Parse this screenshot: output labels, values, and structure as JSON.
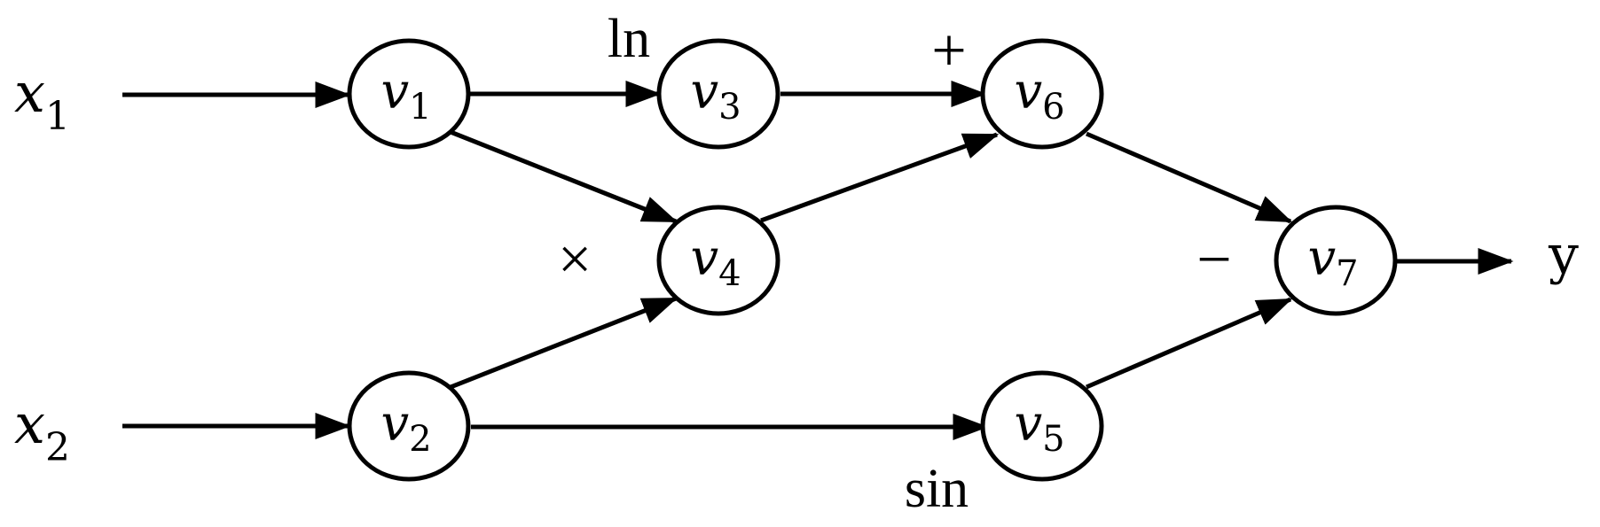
{
  "diagram": {
    "inputs": {
      "x1": {
        "base": "x",
        "sub": "1"
      },
      "x2": {
        "base": "x",
        "sub": "2"
      }
    },
    "output": {
      "label": "y"
    },
    "nodes": {
      "v1": {
        "base": "v",
        "sub": "1"
      },
      "v2": {
        "base": "v",
        "sub": "2"
      },
      "v3": {
        "base": "v",
        "sub": "3"
      },
      "v4": {
        "base": "v",
        "sub": "4"
      },
      "v5": {
        "base": "v",
        "sub": "5"
      },
      "v6": {
        "base": "v",
        "sub": "6"
      },
      "v7": {
        "base": "v",
        "sub": "7"
      }
    },
    "operations": {
      "ln": "ln",
      "plus": "+",
      "times": "×",
      "minus": "−",
      "sin": "sin"
    },
    "edges": [
      {
        "from": "x1",
        "to": "v1"
      },
      {
        "from": "x2",
        "to": "v2"
      },
      {
        "from": "v1",
        "to": "v3"
      },
      {
        "from": "v1",
        "to": "v4"
      },
      {
        "from": "v2",
        "to": "v4"
      },
      {
        "from": "v2",
        "to": "v5"
      },
      {
        "from": "v3",
        "to": "v6"
      },
      {
        "from": "v4",
        "to": "v6"
      },
      {
        "from": "v6",
        "to": "v7"
      },
      {
        "from": "v5",
        "to": "v7"
      },
      {
        "from": "v7",
        "to": "y"
      }
    ]
  }
}
